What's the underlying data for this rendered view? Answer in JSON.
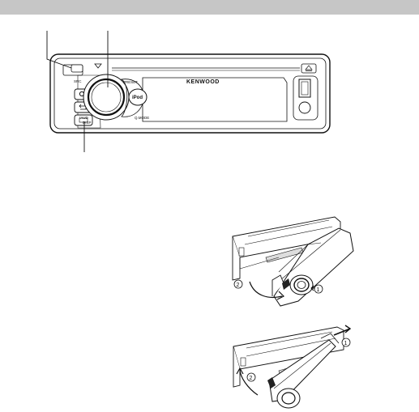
{
  "panel": {
    "brand": "KENWOOD",
    "ipod_label": "iPod",
    "preset_label": "PRESET",
    "source_label": "SRC",
    "disp_label": "DISP",
    "audio_label": "/AUD"
  },
  "steps": {
    "step_one": "①",
    "step_two": "②"
  },
  "icons": [
    "eject-icon",
    "down-triangle-icon",
    "search-icon",
    "return-arrow-icon"
  ]
}
